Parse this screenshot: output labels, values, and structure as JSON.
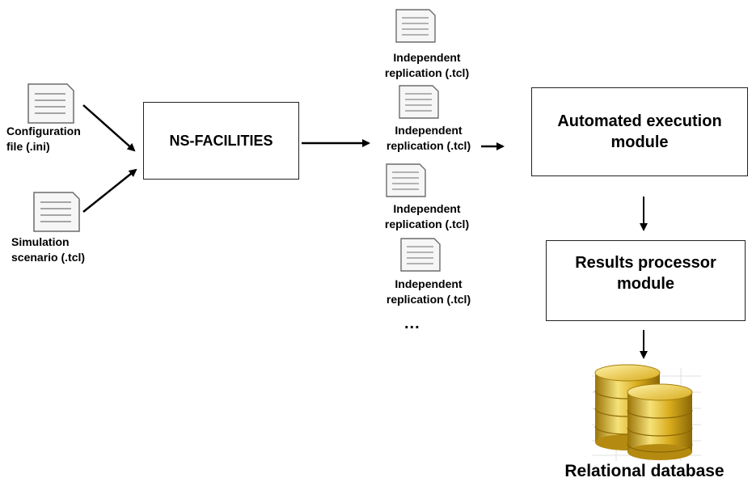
{
  "inputs": {
    "config": {
      "line1": "Configuration",
      "line2": "file (.ini)"
    },
    "scenario": {
      "line1": "Simulation",
      "line2": "scenario (.tcl)"
    }
  },
  "ns_box": {
    "label": "NS-FACILITIES"
  },
  "replications": [
    {
      "line1": "Independent",
      "line2": "replication (.tcl)"
    },
    {
      "line1": "Independent",
      "line2": "replication (.tcl)"
    },
    {
      "line1": "Independent",
      "line2": "replication (.tcl)"
    },
    {
      "line1": "Independent",
      "line2": "replication (.tcl)"
    }
  ],
  "ellipsis": "...",
  "exec_box": {
    "line1": "Automated execution",
    "line2": "module"
  },
  "results_box": {
    "line1": "Results processor",
    "line2": "module"
  },
  "database": {
    "label": "Relational database"
  },
  "colors": {
    "gold": "#d8ac1c",
    "gold_dark": "#9a7408",
    "gold_light": "#f6e27a"
  }
}
